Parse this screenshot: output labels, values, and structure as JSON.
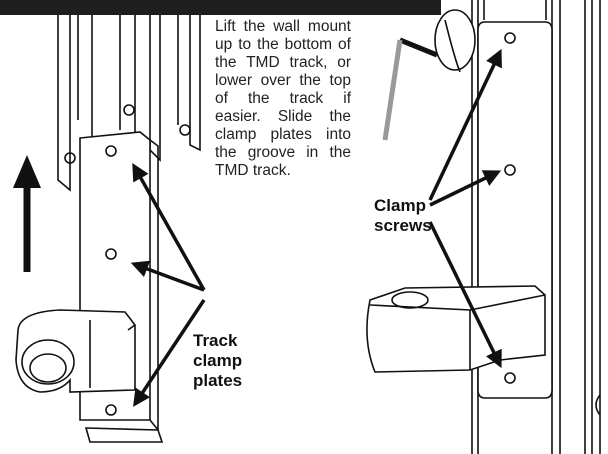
{
  "instructions": {
    "text": "Lift the wall mount up to the bottom of the TMD track, or lower over the top of the track if easier. Slide the clamp plates into the groove in the TMD track."
  },
  "callouts": {
    "track_clamp_plates": [
      "Track",
      "clamp",
      "plates"
    ],
    "clamp_screws": [
      "Clamp",
      "screws"
    ]
  },
  "colors": {
    "line": "#111111",
    "header_bar": "#1e1e1e",
    "background": "#ffffff"
  }
}
